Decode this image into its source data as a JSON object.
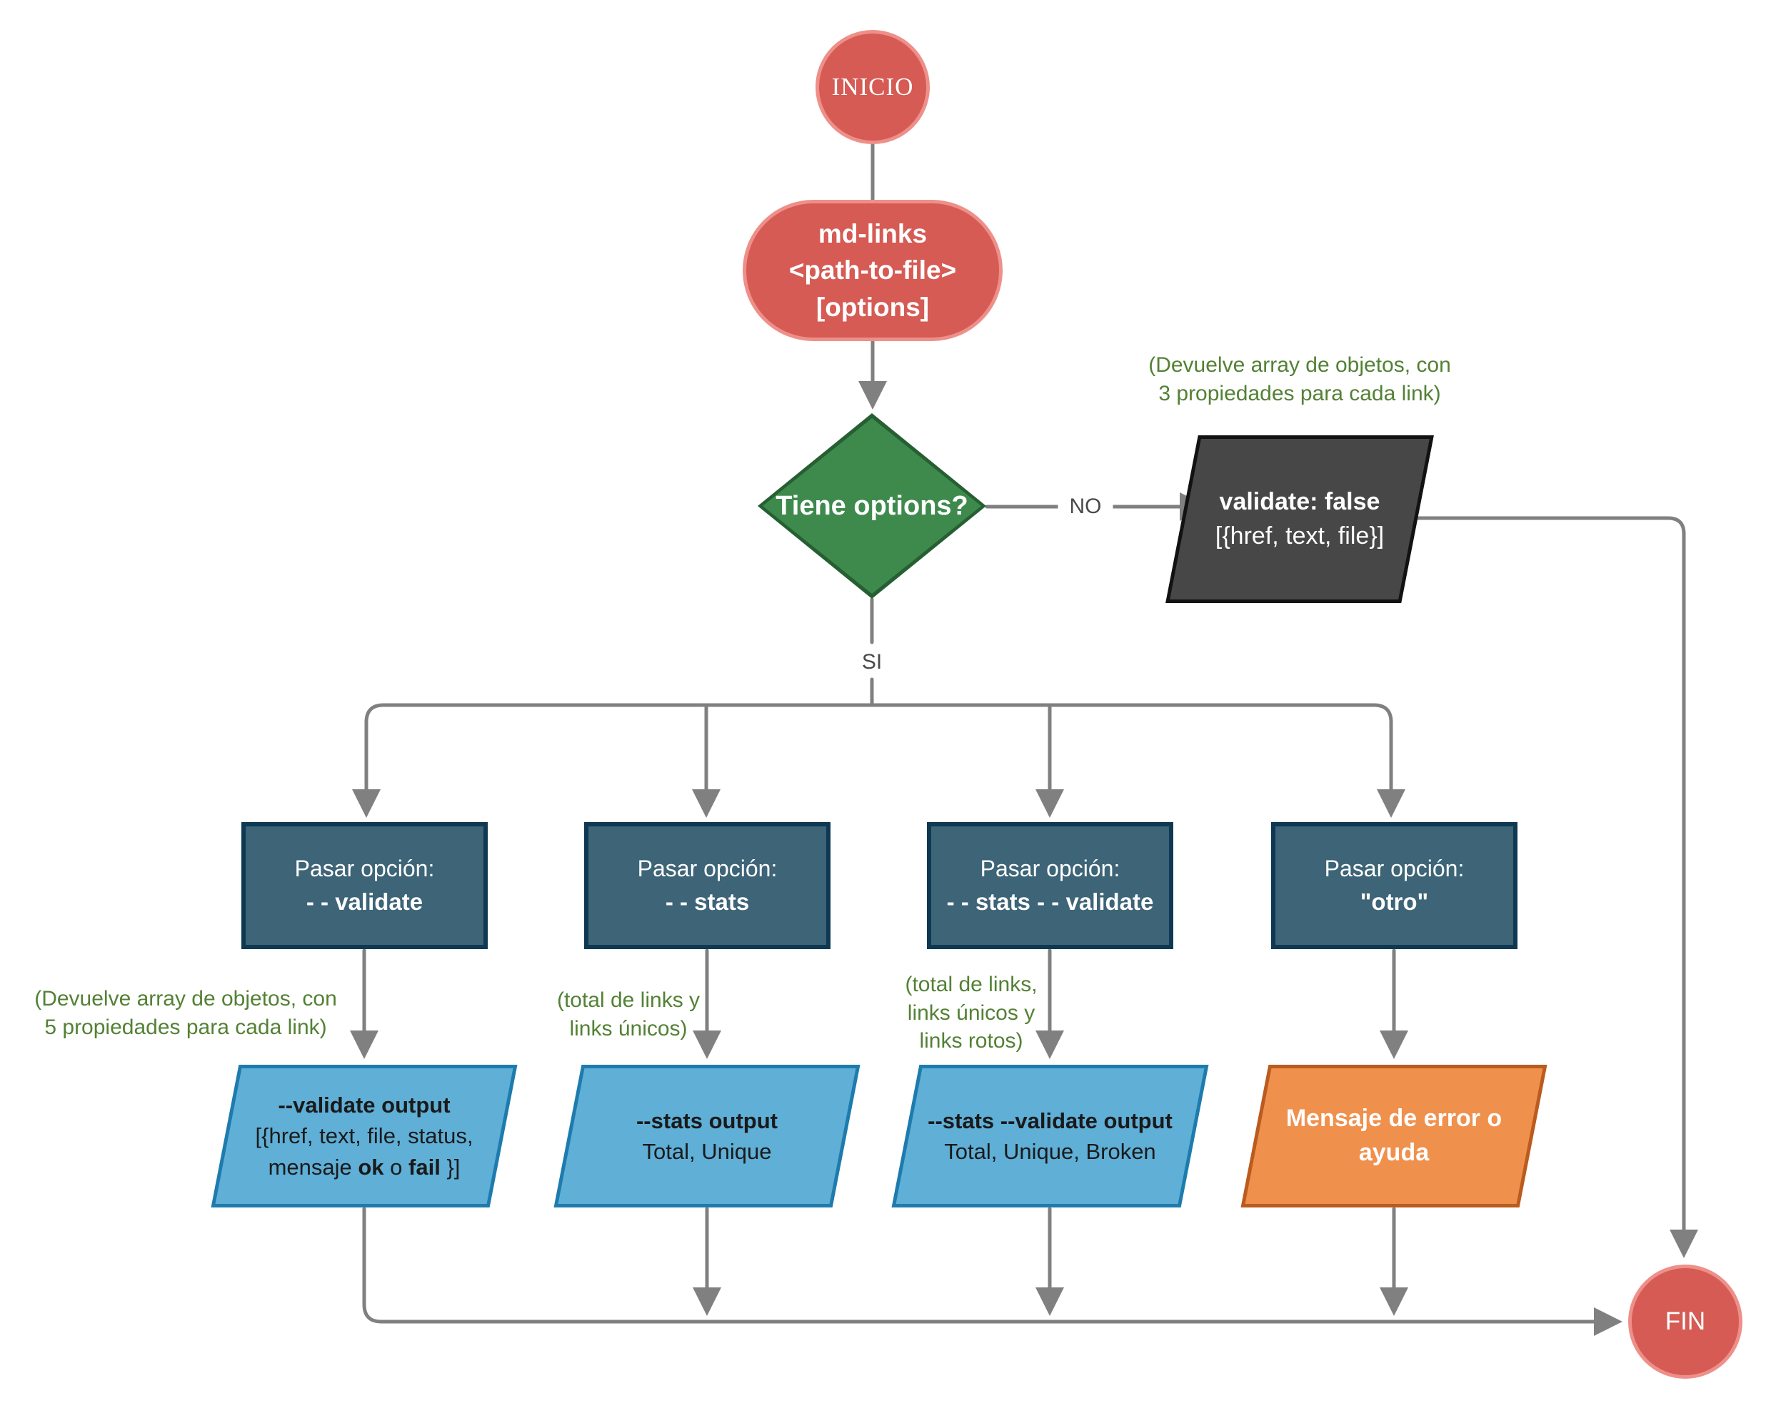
{
  "diagram": {
    "start_label": "INICIO",
    "end_label": "FIN",
    "command_node": {
      "line1": "md-links",
      "line2": "<path-to-file>",
      "line3": "[options]"
    },
    "decision_node": {
      "label": "Tiene options?"
    },
    "edge_labels": {
      "no": "NO",
      "si": "SI"
    },
    "no_branch": {
      "annotation": {
        "line1": "(Devuelve array de objetos, con",
        "line2": "3 propiedades para cada link)"
      },
      "output_node": {
        "title": "validate: false",
        "detail": "[{href, text, file}]"
      }
    },
    "branches": [
      {
        "option_node": {
          "prefix": "Pasar opción:",
          "option": "- - validate"
        },
        "annotation": {
          "lines": [
            "(Devuelve array de objetos, con",
            "5 propiedades para cada link)"
          ]
        },
        "output_node": {
          "title": "--validate output",
          "line2": "[{href, text, file, status,",
          "line3_pre": "mensaje ",
          "line3_bold1": "ok",
          "line3_mid": " o ",
          "line3_bold2": "fail",
          "line3_post": " }]"
        }
      },
      {
        "option_node": {
          "prefix": "Pasar opción:",
          "option": "- - stats"
        },
        "annotation": {
          "lines": [
            "(total de links y",
            "links únicos)"
          ]
        },
        "output_node": {
          "title": "--stats output",
          "detail": "Total, Unique"
        }
      },
      {
        "option_node": {
          "prefix": "Pasar opción:",
          "option": "- - stats  - - validate"
        },
        "annotation": {
          "lines": [
            "(total de links,",
            "links únicos y",
            "links rotos)"
          ]
        },
        "output_node": {
          "title": "--stats --validate output",
          "detail": "Total, Unique, Broken"
        }
      },
      {
        "option_node": {
          "prefix": "Pasar opción:",
          "option": "\"otro\""
        },
        "output_node": {
          "title": "Mensaje de error o",
          "detail": "ayuda"
        }
      }
    ],
    "colors": {
      "terminal_fill": "#D55B54",
      "terminal_border": "#EE8F89",
      "decision_fill": "#3E8A4D",
      "decision_border": "#265F32",
      "process_fill": "#3D6477",
      "process_border": "#0F3952",
      "io_dark_fill": "#474747",
      "io_blue_fill": "#5FAFD7",
      "io_blue_border": "#1E7BAD",
      "io_orange_fill": "#F0904D",
      "io_orange_border": "#BA5B1F",
      "connector": "#808080",
      "annotation_text": "#538135"
    }
  }
}
